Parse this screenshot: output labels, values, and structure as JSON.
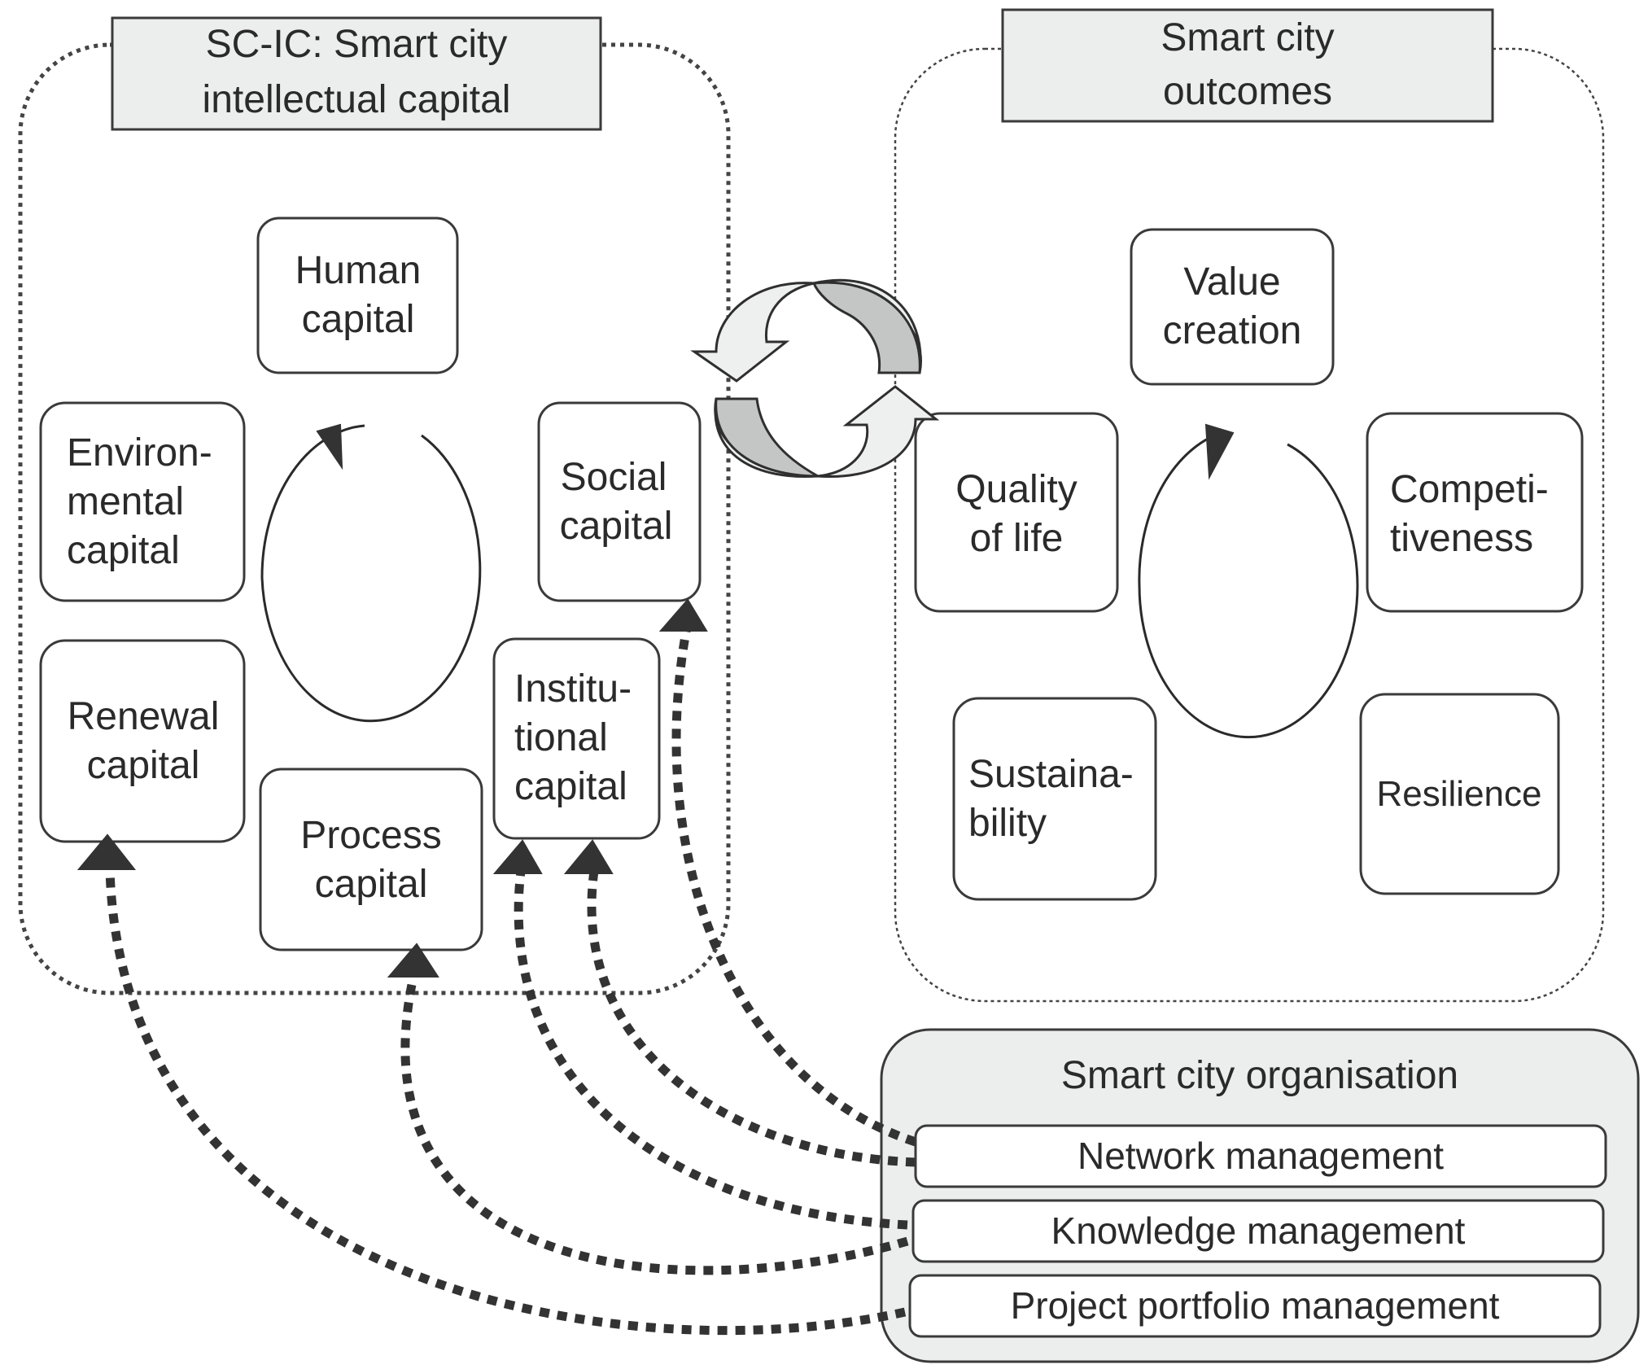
{
  "sc_ic": {
    "title_lines": [
      "SC-IC: Smart city",
      "intellectual capital"
    ],
    "nodes": {
      "human": [
        "Human",
        "capital"
      ],
      "environmental": [
        "Environ-",
        "mental",
        "capital"
      ],
      "social": [
        "Social",
        "capital"
      ],
      "renewal": [
        "Renewal",
        "capital"
      ],
      "process": [
        "Process",
        "capital"
      ],
      "institutional": [
        "Institu-",
        "tional",
        "capital"
      ]
    }
  },
  "outcomes": {
    "title_lines": [
      "Smart city",
      "outcomes"
    ],
    "nodes": {
      "value": [
        "Value",
        "creation"
      ],
      "quality": [
        "Quality",
        "of life"
      ],
      "competitiveness": [
        "Competi-",
        "tiveness"
      ],
      "sustainability": [
        "Sustaina-",
        "bility"
      ],
      "resilience": [
        "Resilience"
      ]
    }
  },
  "organisation": {
    "title": "Smart city organisation",
    "items": [
      "Network management",
      "Knowledge management",
      "Project portfolio management"
    ]
  },
  "colors": {
    "title_fill": "#eceeed",
    "stroke": "#333333",
    "arrow_light": "#eef0ef",
    "arrow_dark": "#c4c6c5"
  }
}
